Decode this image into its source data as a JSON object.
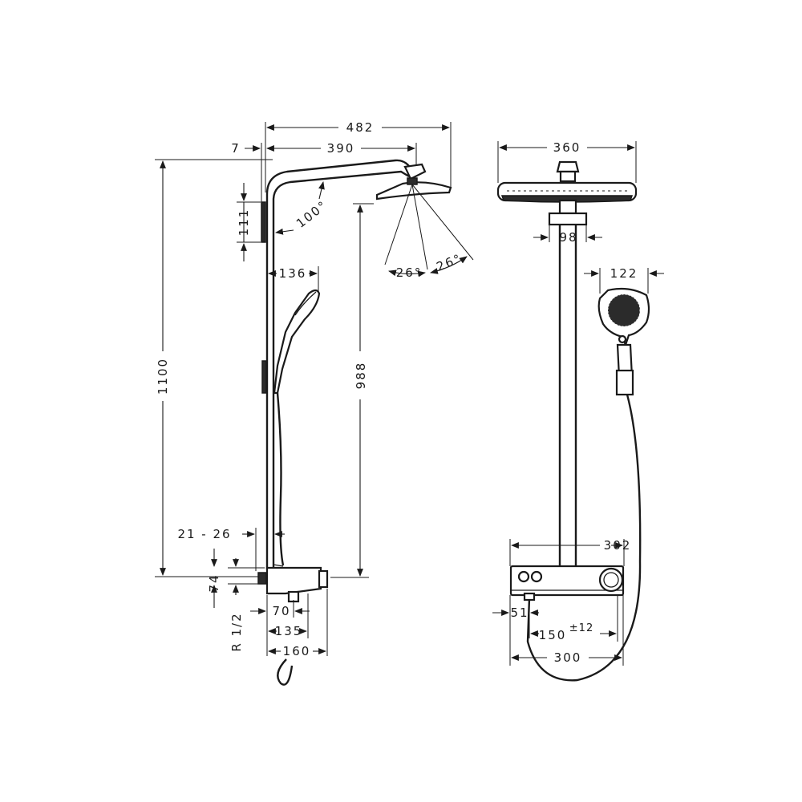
{
  "side_view": {
    "dim_482": "482",
    "dim_7": "7",
    "dim_390": "390",
    "dim_1100": "1100",
    "dim_111": "111",
    "angle_100": "100°",
    "angle_26a": "26°",
    "angle_26b": "26°",
    "dim_136": "136",
    "dim_988": "988",
    "dim_21_26": "21 - 26",
    "dim_74": "74",
    "dim_70": "70",
    "dim_135": "135",
    "dim_160": "160",
    "thread": "R 1/2"
  },
  "front_view": {
    "dim_360": "360",
    "dim_98": "98",
    "dim_122": "122",
    "dim_302": "302",
    "dim_51": "51",
    "dim_150": "150",
    "tol_150": "±12",
    "dim_300": "300"
  }
}
